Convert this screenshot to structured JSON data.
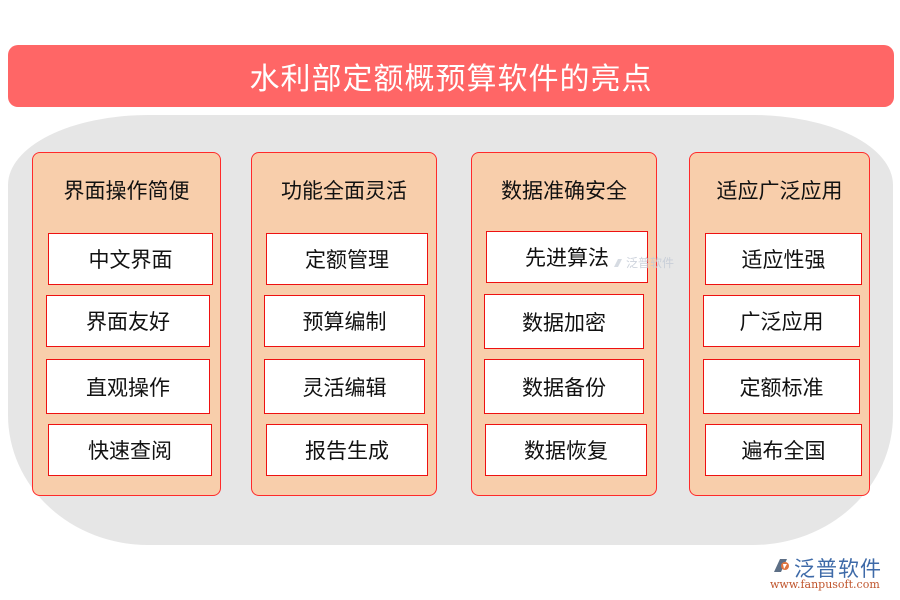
{
  "title": "水利部定额概预算软件的亮点",
  "colors": {
    "title_bg": "#ff6666",
    "panel_bg": "#e6e6e6",
    "column_bg": "#f8ceab",
    "border": "#ee1111",
    "brand_blue": "#3e6aa8",
    "brand_orange": "#c0562e"
  },
  "columns": [
    {
      "header": "界面操作简便",
      "items": [
        "中文界面",
        "界面友好",
        "直观操作",
        "快速查阅"
      ]
    },
    {
      "header": "功能全面灵活",
      "items": [
        "定额管理",
        "预算编制",
        "灵活编辑",
        "报告生成"
      ]
    },
    {
      "header": "数据准确安全",
      "items": [
        "先进算法",
        "数据加密",
        "数据备份",
        "数据恢复"
      ]
    },
    {
      "header": "适应广泛应用",
      "items": [
        "适应性强",
        "广泛应用",
        "定额标准",
        "遍布全国"
      ]
    }
  ],
  "watermark": {
    "text": "泛普软件"
  },
  "brand": {
    "icon": "fanpu-logo-icon",
    "name": "泛普软件",
    "url": "www.fanpusoft.com"
  }
}
